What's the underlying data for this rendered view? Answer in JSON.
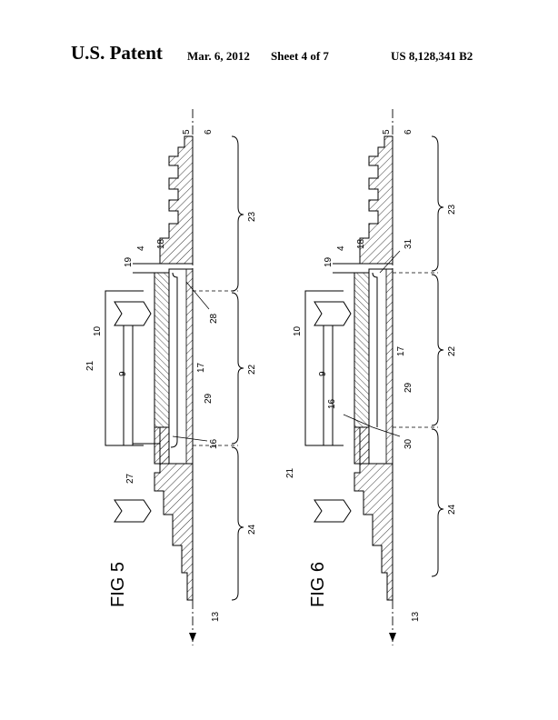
{
  "header": {
    "left": "U.S. Patent",
    "date": "Mar. 6, 2012",
    "sheet": "Sheet 4 of 7",
    "patent_number": "US 8,128,341 B2"
  },
  "figures": [
    {
      "label": "FIG 5",
      "refs": {
        "r5": "5",
        "r6": "6",
        "r23": "23",
        "r4": "4",
        "r18": "18",
        "r19": "19",
        "r10": "10",
        "r28": "28",
        "r21": "21",
        "r9": "9",
        "r17": "17",
        "r22": "22",
        "r29": "29",
        "r16": "16",
        "r27": "27",
        "r24": "24",
        "r13": "13"
      }
    },
    {
      "label": "FIG 6",
      "refs": {
        "r5": "5",
        "r6": "6",
        "r23": "23",
        "r4": "4",
        "r18": "18",
        "r31": "31",
        "r19": "19",
        "r10": "10",
        "r17": "17",
        "r22": "22",
        "r9": "9",
        "r16": "16",
        "r29": "29",
        "r30": "30",
        "r21": "21",
        "r24": "24",
        "r13": "13"
      }
    }
  ]
}
